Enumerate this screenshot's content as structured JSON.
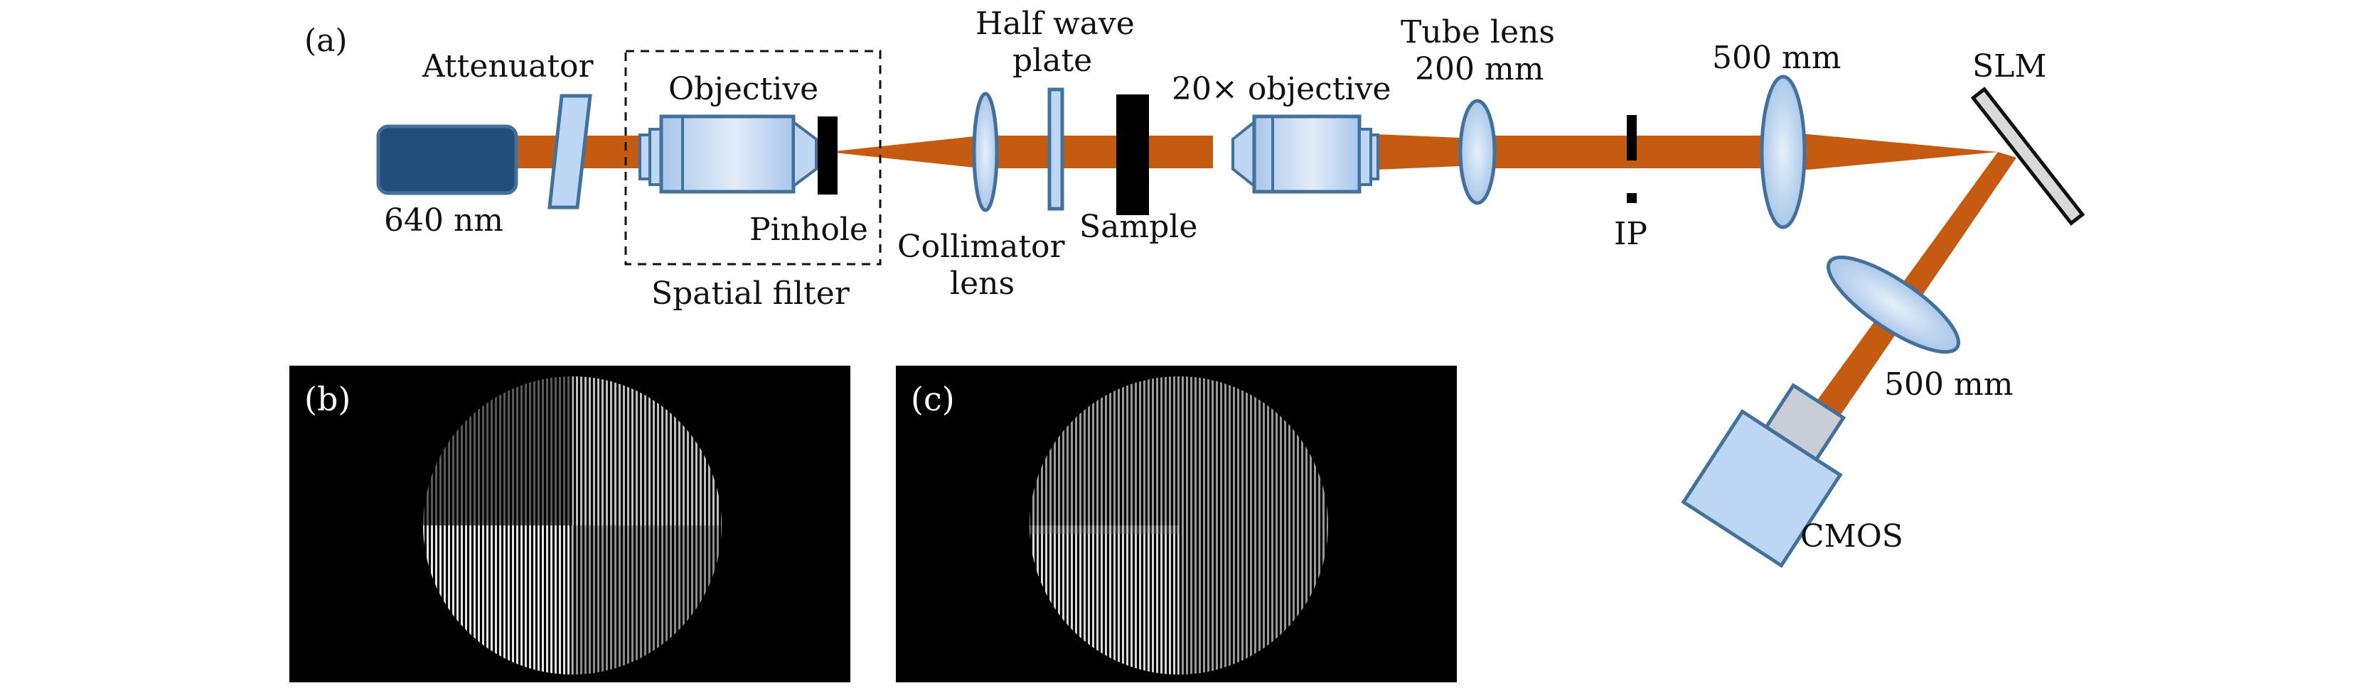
{
  "colors": {
    "beam": "#c55a11",
    "optic_fill": "#bcd6f4",
    "optic_stroke": "#41719c",
    "laser_fill": "#1f4e79",
    "block": "#000000",
    "slm_fill": "#d9d9d9",
    "panel_bg": "#000000"
  },
  "panel_a": {
    "label": "(a)",
    "components": {
      "laser": {
        "label": "640 nm",
        "icon": "laser-source"
      },
      "attenuator": {
        "label": "Attenuator",
        "icon": "wedge-plate"
      },
      "objective": {
        "label": "Objective",
        "icon": "microscope-objective"
      },
      "pinhole": {
        "label": "Pinhole",
        "icon": "pinhole-block"
      },
      "spatial_filter": {
        "label": "Spatial filter",
        "icon": "dashed-box"
      },
      "collimator": {
        "label_line1": "Collimator",
        "label_line2": "lens",
        "icon": "lens"
      },
      "half_wave": {
        "label_line1": "Half wave",
        "label_line2": "plate",
        "icon": "waveplate"
      },
      "sample": {
        "label": "Sample",
        "icon": "sample-block"
      },
      "objective20": {
        "label": "20× objective",
        "icon": "microscope-objective"
      },
      "tube_lens": {
        "label_line1": "Tube lens",
        "label_line2": "200 mm",
        "icon": "lens"
      },
      "ip": {
        "label": "IP",
        "icon": "iris-aperture"
      },
      "lens500a": {
        "label": "500 mm",
        "icon": "lens"
      },
      "slm": {
        "label": "SLM",
        "icon": "mirror"
      },
      "lens500b": {
        "label": "500 mm",
        "icon": "lens"
      },
      "cmos": {
        "label": "CMOS",
        "icon": "camera"
      }
    }
  },
  "panel_b": {
    "label": "(b)"
  },
  "panel_c": {
    "label": "(c)"
  }
}
